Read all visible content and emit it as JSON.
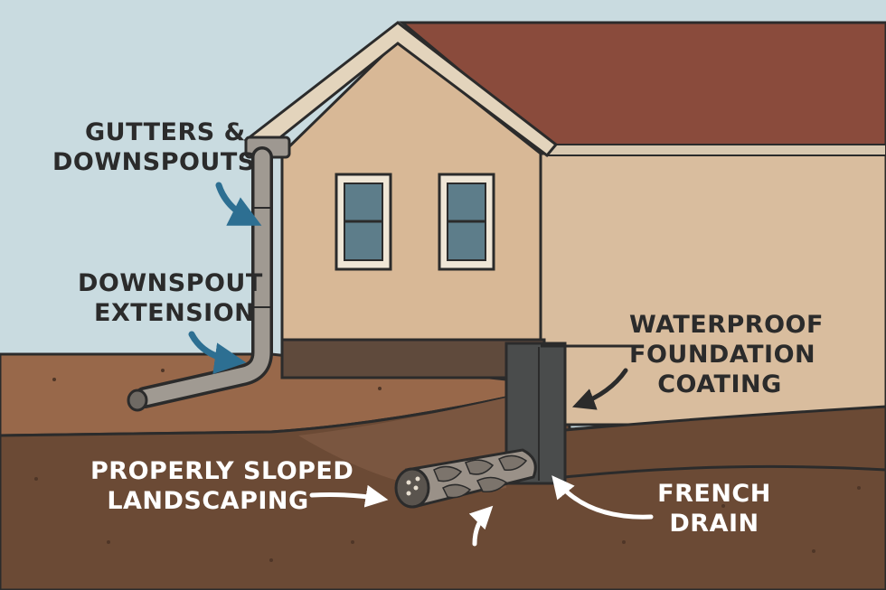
{
  "labels": {
    "gutters": {
      "line1": "GUTTERS &",
      "line2": "DOWNSPOUTS"
    },
    "extension": {
      "line1": "DOWNSPOUT",
      "line2": "EXTENSION"
    },
    "coating": {
      "line1": "WATERPROOF",
      "line2": "FOUNDATION",
      "line3": "COATING"
    },
    "landscaping": {
      "line1": "PROPERLY SLOPED",
      "line2": "LANDSCAPING"
    },
    "drain": {
      "line1": "FRENCH",
      "line2": "DRAIN"
    }
  },
  "colors": {
    "sky": "#c9dbe0",
    "roof": "#8a4b3c",
    "siding": "#d8b896",
    "soil": "#6b4a35",
    "ground_surface": "#98684a",
    "foundation_coating": "#4a4c4c",
    "arrow_blue": "#2d6f92",
    "arrow_dark": "#2b2b2b",
    "arrow_white": "#ffffff"
  },
  "icons": [
    "blue-callout-arrow",
    "dark-callout-arrow",
    "white-callout-arrow"
  ]
}
